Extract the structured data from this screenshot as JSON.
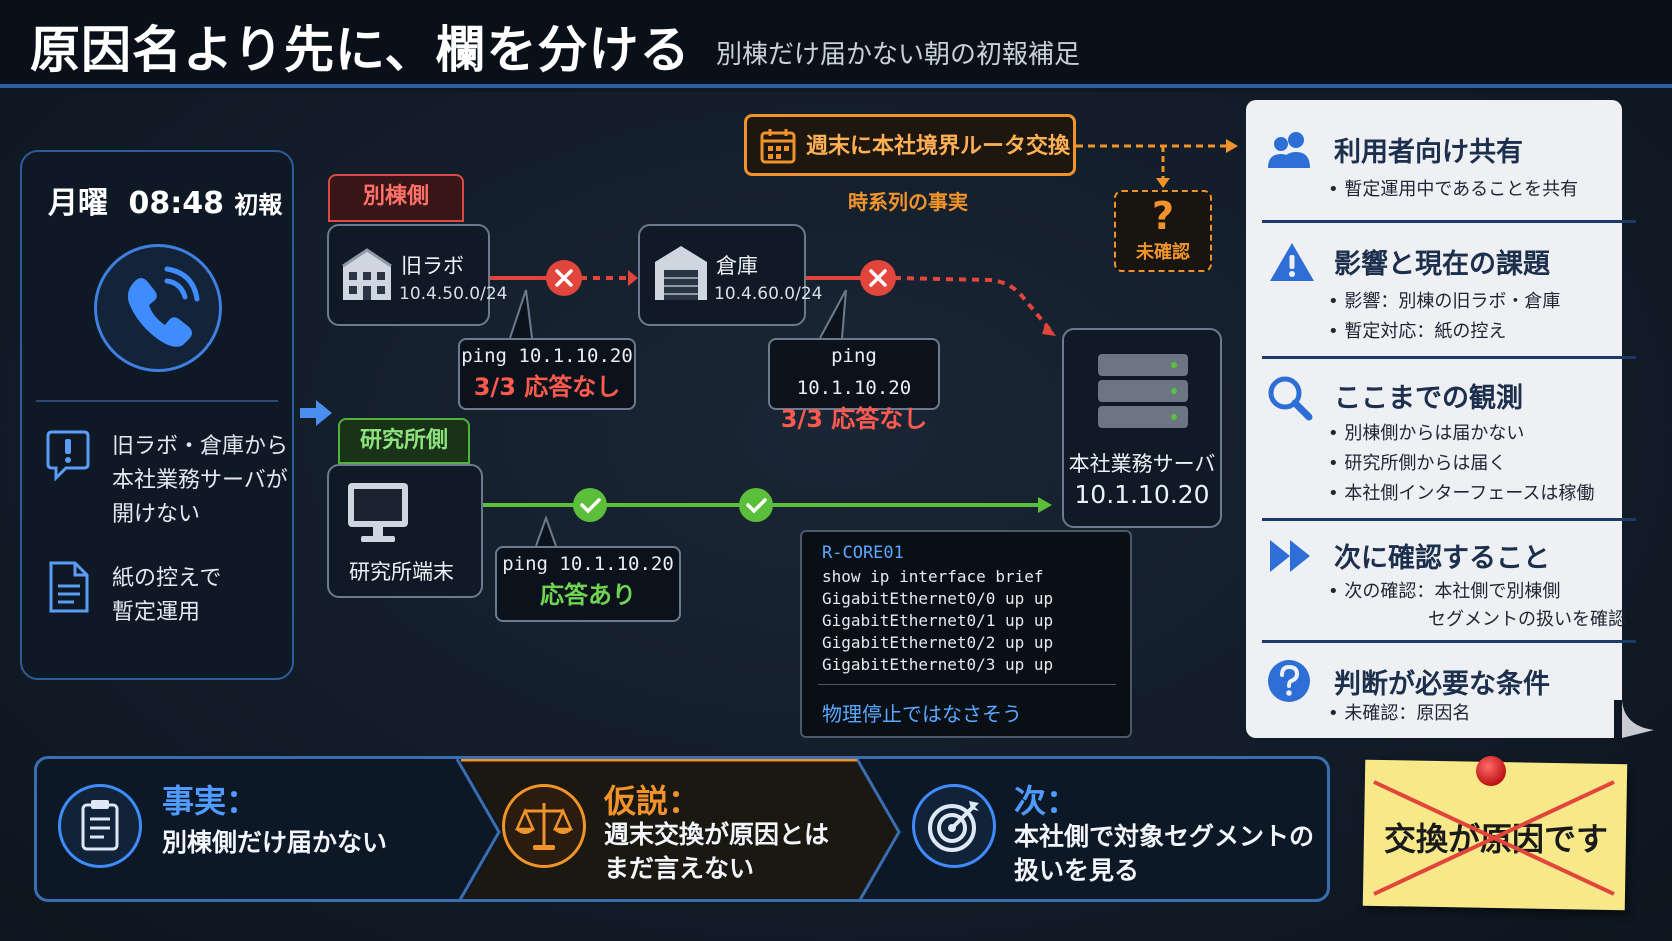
{
  "header": {
    "title": "原因名より先に、欄を分ける",
    "subtitle": "別棟だけ届かない朝の初報補足"
  },
  "left_card": {
    "day": "月曜",
    "time": "08:48",
    "label": "初報",
    "issue_lines": [
      "旧ラボ・倉庫から",
      "本社業務サーバが",
      "開けない"
    ],
    "workaround_lines": [
      "紙の控えで",
      "暫定運用"
    ]
  },
  "diagram": {
    "annex_tag": "別棟側",
    "lab_tag": "研究所側",
    "nodes": {
      "old_lab": {
        "name": "旧ラボ",
        "ip": "10.4.50.0/24"
      },
      "warehouse": {
        "name": "倉庫",
        "ip": "10.4.60.0/24"
      },
      "lab_pc": {
        "name": "研究所端末"
      },
      "server": {
        "name": "本社業務サーバ",
        "ip": "10.1.10.20"
      }
    },
    "pings": [
      {
        "cmd": "ping 10.1.10.20",
        "result": "3/3 応答なし"
      },
      {
        "cmd": "ping 10.1.10.20",
        "result": "3/3 応答なし"
      },
      {
        "cmd": "ping 10.1.10.20",
        "result": "応答あり"
      }
    ],
    "event": {
      "label": "週末に本社境界ルータ交換",
      "sub": "時系列の事実"
    },
    "unconfirmed": {
      "symbol": "?",
      "label": "未確認"
    },
    "console": {
      "host": "R-CORE01",
      "lines": [
        "show ip interface brief",
        "GigabitEthernet0/0 up up",
        "GigabitEthernet0/1 up up",
        "GigabitEthernet0/2 up up",
        "GigabitEthernet0/3 up up"
      ],
      "note": "物理停止ではなさそう"
    },
    "colors": {
      "fail": "#e2453c",
      "ok": "#5bbf3c",
      "event": "#f0932b",
      "accent": "#3f7fe0"
    }
  },
  "right_panel": {
    "sections": [
      {
        "icon": "users-icon",
        "title": "利用者向け共有",
        "items": [
          "• 暫定運用中であることを共有"
        ]
      },
      {
        "icon": "warning-icon",
        "title": "影響と現在の課題",
        "items": [
          "• 影響：別棟の旧ラボ・倉庫",
          "• 暫定対応：紙の控え"
        ]
      },
      {
        "icon": "magnifier-icon",
        "title": "ここまでの観測",
        "items": [
          "• 別棟側からは届かない",
          "• 研究所側からは届く",
          "• 本社側インターフェースは稼働"
        ]
      },
      {
        "icon": "fast-forward-icon",
        "title": "次に確認すること",
        "items": [
          "• 次の確認：本社側で別棟側",
          "セグメントの扱いを確認"
        ]
      },
      {
        "icon": "question-icon",
        "title": "判断が必要な条件",
        "items": [
          "• 未確認：原因名"
        ]
      }
    ]
  },
  "flow": [
    {
      "head": "事実：",
      "body": [
        "別棟側だけ届かない"
      ],
      "icon": "clipboard-icon",
      "color": "#3f8cff"
    },
    {
      "head": "仮説：",
      "body": [
        "週末交換が原因とは",
        "まだ言えない"
      ],
      "icon": "scales-icon",
      "color": "#f0932b"
    },
    {
      "head": "次：",
      "body": [
        "本社側で対象セグメントの",
        "扱いを見る"
      ],
      "icon": "target-icon",
      "color": "#3f8cff"
    }
  ],
  "sticky": {
    "text": "交換が原因です"
  }
}
